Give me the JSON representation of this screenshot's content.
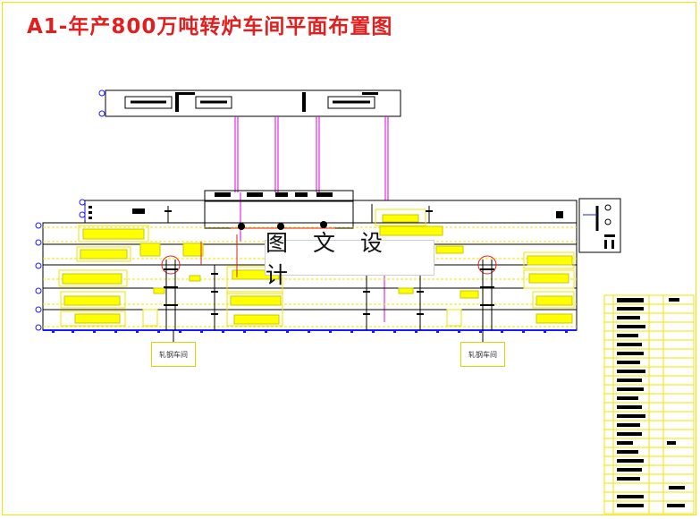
{
  "title": "A1-年产800万吨转炉车间平面布置图",
  "watermark": "图 文 设 计",
  "bays": [
    "轧钢车间",
    "轧钢车间"
  ],
  "colors": {
    "frame": "#f2e600",
    "title": "#e21f1f",
    "magenta": "#e000e0",
    "yellow": "#ffff00",
    "blue": "#1a1aff",
    "black": "#000000"
  }
}
